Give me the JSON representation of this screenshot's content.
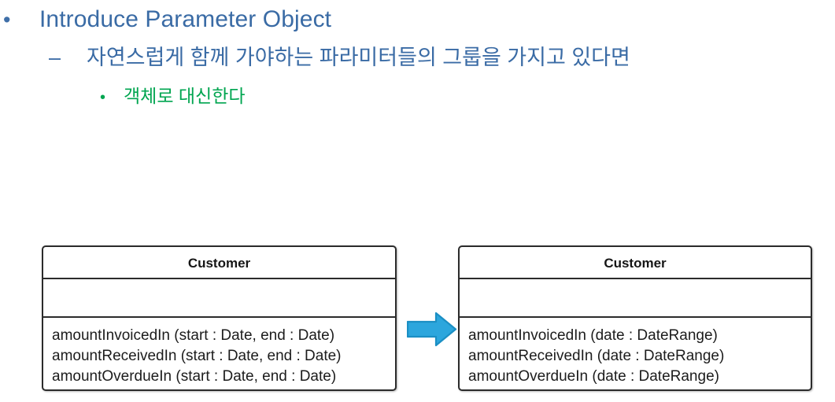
{
  "slide": {
    "bullets": [
      {
        "level": 1,
        "marker": "•",
        "text": "Introduce Parameter Object",
        "color": "#3a6ba5"
      },
      {
        "level": 2,
        "marker": "–",
        "text": "자연스럽게 함께 가야하는 파라미터들의 그룹을 가지고 있다면",
        "color": "#3a6ba5"
      },
      {
        "level": 3,
        "marker": "•",
        "text": "객체로 대신한다",
        "color": "#00a550"
      }
    ]
  },
  "diagram": {
    "type": "uml-class-refactoring",
    "arrow": {
      "name": "right-arrow",
      "direction": "right",
      "fill": "#2ca6dd",
      "stroke": "#1b8fc4"
    },
    "before": {
      "title": "Customer",
      "attributes": [],
      "methods": [
        "amountInvoicedIn (start : Date, end : Date)",
        "amountReceivedIn (start : Date, end : Date)",
        "amountOverdueIn (start : Date, end : Date)"
      ]
    },
    "after": {
      "title": "Customer",
      "attributes": [],
      "methods": [
        "amountInvoicedIn (date : DateRange)",
        "amountReceivedIn (date : DateRange)",
        "amountOverdueIn (date : DateRange)"
      ]
    }
  }
}
